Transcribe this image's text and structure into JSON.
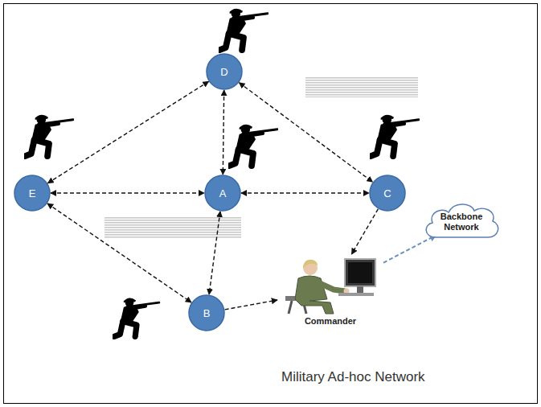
{
  "diagram": {
    "caption": "Military Ad-hoc Network",
    "nodes": [
      {
        "text": [
          "D"
        ]
      },
      {
        "text": [
          "E"
        ]
      },
      {
        "text": [
          "A"
        ]
      },
      {
        "text": [
          "C"
        ]
      },
      {
        "text": [
          "Backbone Network"
        ]
      },
      {
        "text": [
          "Commander"
        ]
      },
      {
        "text": [
          "B"
        ]
      }
    ],
    "edges": [
      {
        "from": 0,
        "to": 1,
        "arrow": "both"
      },
      {
        "from": 0,
        "to": 2,
        "arrow": "both"
      },
      {
        "from": 0,
        "to": 3,
        "arrow": "both"
      },
      {
        "from": 1,
        "to": 2,
        "arrow": "both"
      },
      {
        "from": 2,
        "to": 3,
        "arrow": "both"
      },
      {
        "from": 1,
        "to": 6,
        "arrow": "both"
      },
      {
        "from": 2,
        "to": 6,
        "arrow": "both"
      },
      {
        "from": 6,
        "to": 5,
        "arrow": "to"
      },
      {
        "from": 3,
        "to": 5,
        "arrow": "to"
      },
      {
        "from": 5,
        "to": 4,
        "arrow": "to"
      }
    ]
  }
}
